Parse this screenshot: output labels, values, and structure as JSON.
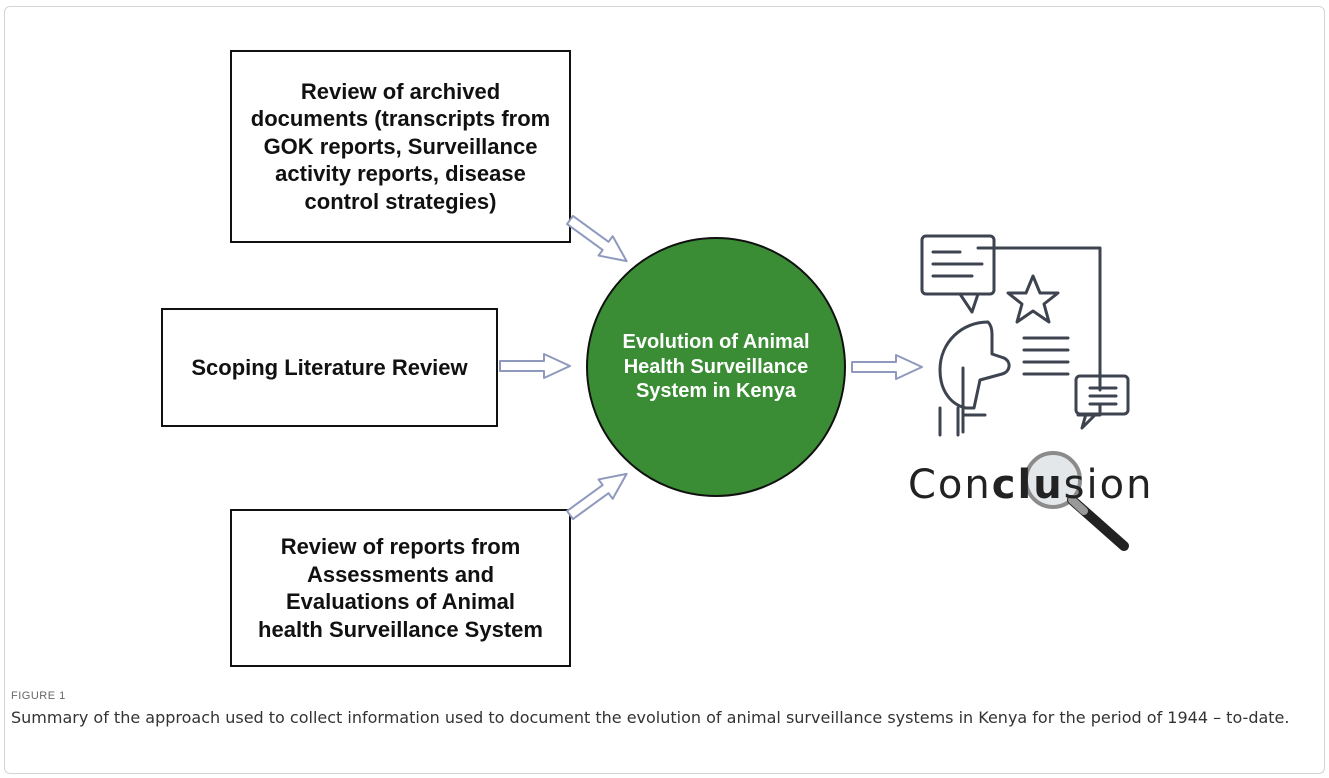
{
  "diagram": {
    "boxes": {
      "archive": "Review of archived documents (transcripts from GOK reports, Surveillance activity reports, disease control strategies)",
      "scoping": "Scoping Literature Review",
      "reports": "Review of reports from Assessments and Evaluations of Animal health Surveillance System"
    },
    "center": "Evolution of Animal Health Surveillance System in Kenya",
    "conclusion": {
      "part1": "Con",
      "part2": "clu",
      "part3": "sion"
    }
  },
  "caption": {
    "label": "FIGURE 1",
    "text": "Summary of the approach used to collect information used to document the evolution of animal surveillance systems in Kenya for the period of 1944 – to-date."
  },
  "colors": {
    "circle": "#3a8d35",
    "arrow_fill": "#ffffff",
    "arrow_stroke": "#8e99bd",
    "icon_stroke": "#3d4450"
  }
}
